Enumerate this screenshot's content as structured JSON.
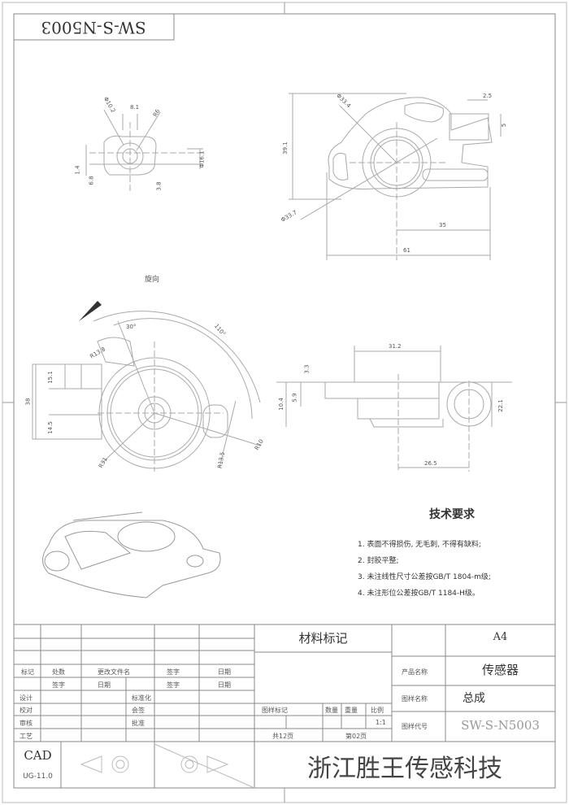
{
  "header": {
    "drawing_code_mirrored": "SW-S-N5003"
  },
  "views": {
    "front_small": {
      "dims": [
        "Φ10.2",
        "8.1",
        "R6",
        "1.4",
        "6.8",
        "3.8",
        "Φ16.1"
      ]
    },
    "top_view": {
      "dims": [
        "Φ33.4",
        "39.1",
        "Φ33.7",
        "35",
        "61",
        "2.5",
        "5"
      ]
    },
    "rotation_view": {
      "rotation_label": "旋向",
      "dims": [
        "30°",
        "110°",
        "R13.8",
        "38",
        "15.1",
        "14.5",
        "R10",
        "R31",
        "R13.5"
      ]
    },
    "side_view": {
      "dims": [
        "31.2",
        "3.3",
        "5.9",
        "10.4",
        "26.5",
        "22.1"
      ]
    }
  },
  "tech_requirements": {
    "title": "技术要求",
    "items": [
      "1. 表面不得损伤, 无毛刺, 不得有缺料;",
      "2. 封胶平整;",
      "3. 未注线性尺寸公差按GB/T 1804-m级;",
      "4. 未注形位公差按GB/T 1184-H级。"
    ]
  },
  "title_block": {
    "material_mark": "材料标记",
    "paper_size": "A4",
    "revision_headers": [
      "标记",
      "处数",
      "更改文件名",
      "签字",
      "日期"
    ],
    "revision_headers2": [
      "签字",
      "日期",
      "签字",
      "日期"
    ],
    "roles": [
      "设计",
      "校对",
      "审核",
      "工艺"
    ],
    "approvals": [
      "标准化",
      "会签",
      "批准"
    ],
    "info_headers": [
      "图样标记",
      "数量",
      "重量",
      "比例"
    ],
    "scale": "1:1",
    "total_pages": "共12页",
    "page_no": "第02页",
    "product_name_label": "产品名称",
    "product_name": "传感器",
    "drawing_name_label": "图样名称",
    "drawing_name": "总成",
    "drawing_code_label": "图样代号",
    "drawing_code": "SW-S-N5003",
    "cad_label": "CAD",
    "cad_version": "UG-11.0",
    "company": "浙江胜王传感科技"
  }
}
